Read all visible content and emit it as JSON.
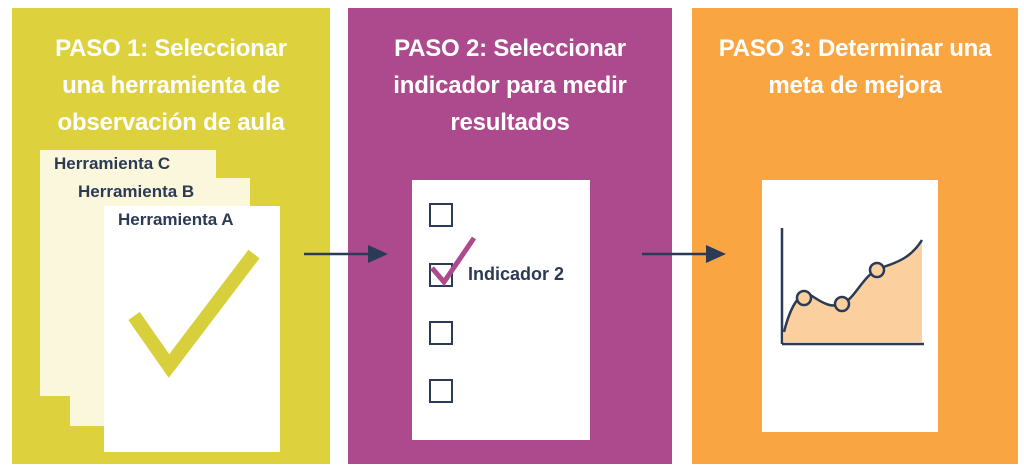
{
  "steps": [
    {
      "title_lines": [
        "PASO 1: Seleccionar",
        "una herramienta de",
        "observación de aula"
      ],
      "color": "#ddd23e",
      "tools": [
        "Herramienta C",
        "Herramienta B",
        "Herramienta A"
      ]
    },
    {
      "title_lines": [
        "PASO 2: Seleccionar",
        "indicador para medir",
        "resultados"
      ],
      "color": "#ad4a8e",
      "checked_indicator_label": "Indicador 2"
    },
    {
      "title_lines": [
        "PASO 3: Determinar una",
        "meta de mejora"
      ],
      "color": "#f9a541"
    }
  ],
  "icons": {
    "checkmark": "checkmark-icon",
    "checkbox": "checkbox-icon",
    "arrow": "arrow-right-icon",
    "chart": "line-chart-icon"
  },
  "colors": {
    "text_dark": "#2b3a55",
    "check_yellow": "#d8cf3d",
    "check_purple": "#ad4a8e",
    "chart_fill": "#fcd09e"
  }
}
